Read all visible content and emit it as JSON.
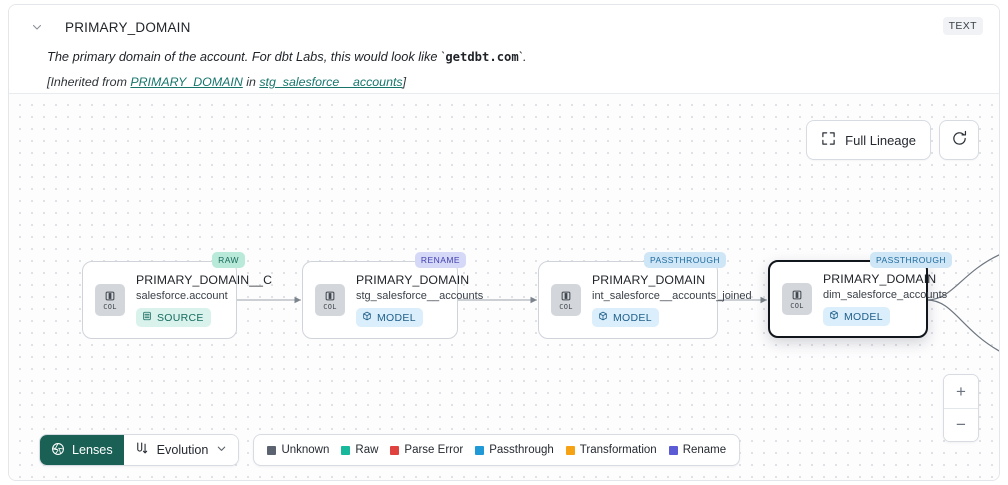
{
  "header": {
    "chevron_icon": "chevron-down-icon",
    "column_name": "PRIMARY_DOMAIN",
    "type_badge": "TEXT",
    "description_prefix": "The primary domain of the account. For dbt Labs, this would look like `",
    "description_code": "getdbt.com",
    "description_suffix": "`.",
    "inherited_prefix": "[Inherited from ",
    "inherited_link_1": "PRIMARY_DOMAIN",
    "inherited_middle": " in ",
    "inherited_link_2": "stg_salesforce__accounts",
    "inherited_suffix": "]"
  },
  "toolbar": {
    "full_lineage_label": "Full Lineage",
    "full_lineage_icon": "expand-corners-icon",
    "refresh_icon": "refresh-icon"
  },
  "nodes": [
    {
      "tag": "RAW",
      "tag_class": "tag-raw",
      "col_badge": "COL",
      "title": "PRIMARY_DOMAIN__C",
      "subtitle": "salesforce.account",
      "kind": "SOURCE",
      "kind_class": "kind-source",
      "kind_icon": "database-icon",
      "selected": false
    },
    {
      "tag": "RENAME",
      "tag_class": "tag-rename",
      "col_badge": "COL",
      "title": "PRIMARY_DOMAIN",
      "subtitle": "stg_salesforce__accounts",
      "kind": "MODEL",
      "kind_class": "kind-model",
      "kind_icon": "cube-icon",
      "selected": false
    },
    {
      "tag": "PASSTHROUGH",
      "tag_class": "tag-passthrough",
      "col_badge": "COL",
      "title": "PRIMARY_DOMAIN",
      "subtitle": "int_salesforce__accounts_joined",
      "kind": "MODEL",
      "kind_class": "kind-model",
      "kind_icon": "cube-icon",
      "selected": false
    },
    {
      "tag": "PASSTHROUGH",
      "tag_class": "tag-passthrough",
      "col_badge": "COL",
      "title": "PRIMARY_DOMAIN",
      "subtitle": "dim_salesforce_accounts",
      "kind": "MODEL",
      "kind_class": "kind-model",
      "kind_icon": "cube-icon",
      "selected": true
    }
  ],
  "zoom_controls": {
    "zoom_in_label": "+",
    "zoom_out_label": "−"
  },
  "bottom_bar": {
    "lenses_label": "Lenses",
    "lenses_icon": "aperture-icon",
    "evolution_label": "Evolution",
    "evolution_icon": "evolution-icon",
    "evolution_caret_icon": "chevron-down-icon",
    "legend": [
      {
        "label": "Unknown",
        "color": "#5b6370"
      },
      {
        "label": "Raw",
        "color": "#17b89b"
      },
      {
        "label": "Parse Error",
        "color": "#e0433f"
      },
      {
        "label": "Passthrough",
        "color": "#1f9ad6"
      },
      {
        "label": "Transformation",
        "color": "#f5a314"
      },
      {
        "label": "Rename",
        "color": "#5b5bd6"
      }
    ]
  }
}
